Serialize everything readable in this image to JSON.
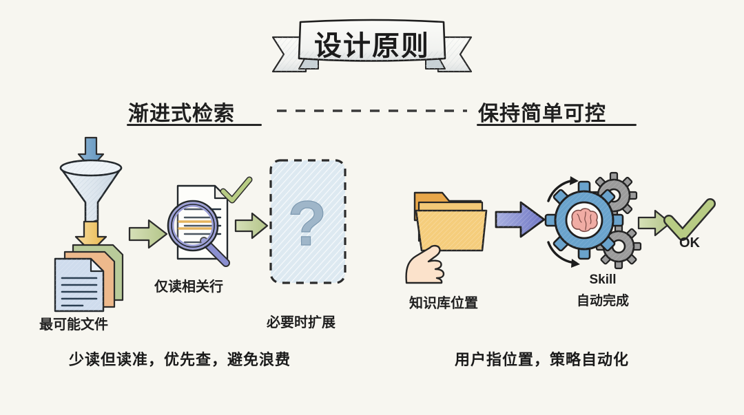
{
  "page": {
    "background_color": "#f7f6f0",
    "title": "设计原则"
  },
  "sections": {
    "left": {
      "heading": "渐进式检索",
      "caption": "少读但读准，优先查，避免浪费",
      "steps": [
        {
          "label": "最可能文件",
          "icon": "funnel-documents-icon"
        },
        {
          "label": "仅读相关行",
          "icon": "magnifier-document-icon"
        },
        {
          "label": "必要时扩展",
          "icon": "question-box-icon"
        }
      ]
    },
    "right": {
      "heading": "保持简单可控",
      "caption": "用户指位置，策略自动化",
      "steps": [
        {
          "label": "知识库位置",
          "icon": "folder-hand-icon"
        },
        {
          "label_line1": "Skill",
          "label_line2": "自动完成",
          "icon": "gears-brain-icon"
        },
        {
          "label": "OK",
          "icon": "check-mark-icon"
        }
      ]
    }
  },
  "colors": {
    "background": "#f7f6f0",
    "ink": "#1f1f1f",
    "green_arrow": "#c5d2a0",
    "blue_arrow": "#6e9fc4",
    "yellow_arrow": "#f0c96a",
    "purple_arrow": "#8b8fd0",
    "doc_blue": "#cfdced",
    "doc_orange": "#edb98c",
    "doc_green": "#b9cb9a",
    "folder_front": "#f5cd7c",
    "folder_back": "#e8a74a",
    "hand_skin": "#fbe2cb",
    "gear_blue": "#6aa3cc",
    "gear_gray": "#9b9b9b",
    "brain_pink": "#f0aca4",
    "check_green": "#b8cc84",
    "dashed_box_fill": "#e4edf3",
    "magnifier_rim": "#9b9ed6"
  }
}
